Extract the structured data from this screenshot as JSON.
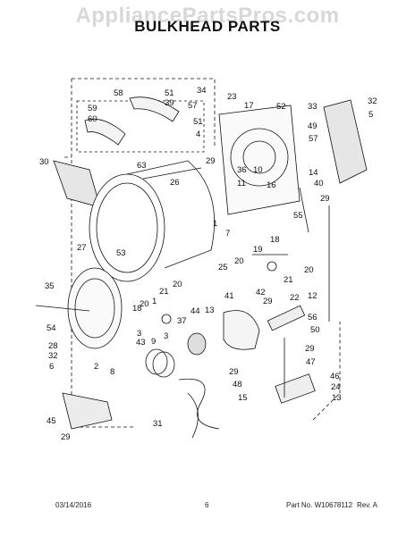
{
  "watermark": "AppliancePartsPros.com",
  "title": "BULKHEAD PARTS",
  "footer": {
    "date": "03/14/2016",
    "page": "6",
    "part_no": "Part No.  W10678112",
    "rev": "Rev.  A"
  },
  "callouts": [
    "58",
    "51",
    "39",
    "34",
    "59",
    "57",
    "60",
    "51",
    "4",
    "23",
    "17",
    "52",
    "33",
    "32",
    "5",
    "49",
    "57",
    "30",
    "63",
    "29",
    "36",
    "10",
    "11",
    "14",
    "40",
    "29",
    "26",
    "16",
    "55",
    "1",
    "7",
    "27",
    "53",
    "25",
    "18",
    "19",
    "20",
    "20",
    "21",
    "35",
    "20",
    "21",
    "20",
    "1",
    "41",
    "42",
    "12",
    "22",
    "56",
    "18",
    "3",
    "13",
    "29",
    "37",
    "44",
    "54",
    "28",
    "43",
    "9",
    "3",
    "50",
    "32",
    "6",
    "2",
    "8",
    "29",
    "47",
    "29",
    "48",
    "46",
    "24",
    "13",
    "15",
    "45",
    "31",
    "29"
  ]
}
